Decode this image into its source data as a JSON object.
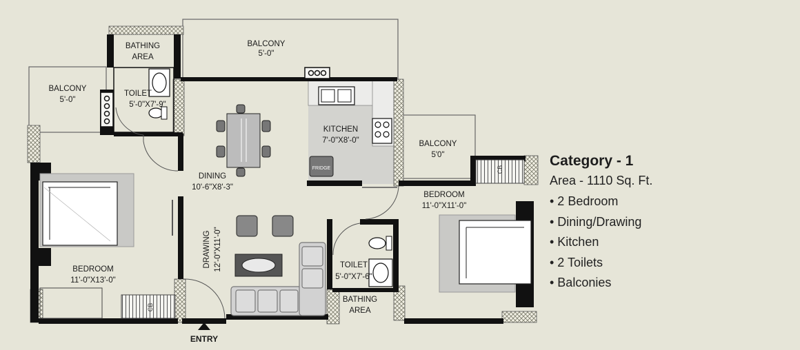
{
  "rooms": {
    "balcony_top": {
      "name": "BALCONY",
      "dim": "5'-0\""
    },
    "bathing_top": {
      "line1": "BATHING",
      "line2": "AREA"
    },
    "balcony_left": {
      "name": "BALCONY",
      "dim": "5'-0\""
    },
    "toilet_left": {
      "name": "TOILET",
      "dim": "5'-0\"X7'-9\""
    },
    "kitchen": {
      "name": "KITCHEN",
      "dim": "7'-0\"X8'-0\""
    },
    "balcony_right": {
      "name": "BALCONY",
      "dim": "5'0\""
    },
    "dining": {
      "name": "DINING",
      "dim": "10'-6\"X8'-3\""
    },
    "bedroom_right": {
      "name": "BEDROOM",
      "dim": "11'-0\"X11'-0\""
    },
    "drawing": {
      "name": "DRAWING",
      "dim": "12'-0\"X11'-0\""
    },
    "bedroom_left": {
      "name": "BEDROOM",
      "dim": "11'-0\"X13'-0\""
    },
    "toilet_right": {
      "name": "TOILET",
      "dim": "5'-0\"X7'-6\""
    },
    "bathing_bottom": {
      "line1": "BATHING",
      "line2": "AREA"
    }
  },
  "fixtures": {
    "fridge": "FRIDGE",
    "cb": "CB"
  },
  "entry": "ENTRY",
  "info": {
    "category": "Category - 1",
    "area": "Area - 1110 Sq. Ft.",
    "features": [
      "• 2 Bedroom",
      "• Dining/Drawing",
      "• Kitchen",
      "• 2 Toilets",
      "• Balconies"
    ]
  },
  "colors": {
    "background": "#e6e5d8",
    "wall": "#111111",
    "floor_grey": "#cfcfcf"
  }
}
